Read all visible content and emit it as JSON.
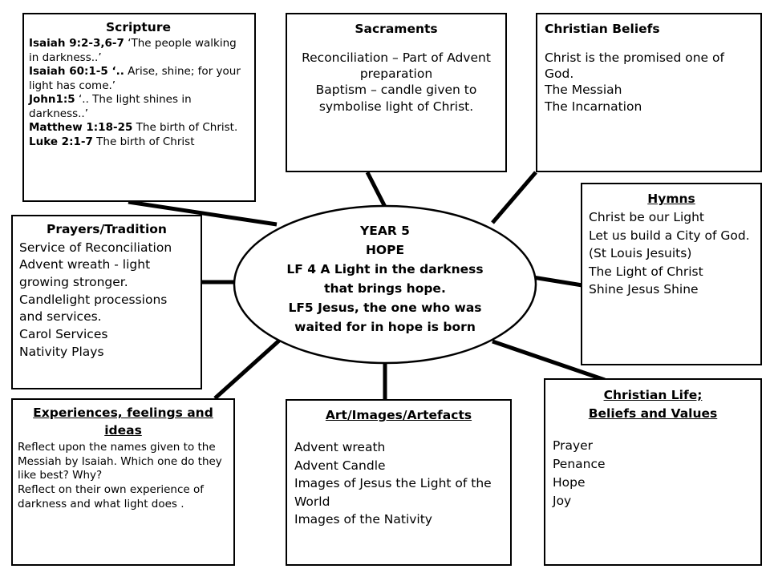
{
  "center": {
    "year": "YEAR 5",
    "theme": "HOPE",
    "lf4": "LF 4  A Light in the darkness that brings hope.",
    "lf5": "LF5 Jesus, the one who was waited for in hope is born"
  },
  "scripture": {
    "title": "Scripture",
    "items": [
      {
        "ref": "Isaiah 9:2-3,6-7",
        "text": "  ‘The people walking in darkness..’"
      },
      {
        "ref": "Isaiah 60:1-5 ‘..",
        "text": " Arise, shine; for your light has come.’"
      },
      {
        "ref": "John1:5",
        "text": " ‘.. The light shines in darkness..’"
      },
      {
        "ref": "Matthew 1:18-25",
        "text": " The birth of Christ."
      },
      {
        "ref": "Luke  2:1-7",
        "text": " The birth of Christ"
      }
    ]
  },
  "sacraments": {
    "title": "Sacraments",
    "lines": [
      "Reconciliation – Part of Advent preparation",
      "Baptism –  candle given to symbolise light of Christ."
    ]
  },
  "beliefs": {
    "title": "Christian Beliefs",
    "lines": [
      "Christ is the promised one of God.",
      "The Messiah",
      "The Incarnation"
    ]
  },
  "prayers": {
    "title": "Prayers/Tradition",
    "lines": [
      "Service of Reconciliation",
      "Advent wreath  - light growing stronger.",
      "Candlelight processions and services.",
      "Carol Services",
      "Nativity Plays"
    ]
  },
  "hymns": {
    "title": "Hymns",
    "lines": [
      "Christ be our Light",
      "Let us build a City of God. (St Louis Jesuits)",
      "The Light of Christ",
      "Shine Jesus Shine"
    ]
  },
  "experiences": {
    "title": "Experiences, feelings and ideas",
    "lines": [
      "Reflect upon the names given to the Messiah by Isaiah. Which one do they like best? Why?",
      "Reflect on their own experience of darkness and what light does ."
    ]
  },
  "art": {
    "title": "Art/Images/Artefacts",
    "lines": [
      "Advent wreath",
      "Advent Candle",
      "Images of Jesus the Light of the World",
      "Images of the Nativity"
    ]
  },
  "life": {
    "title_line1": "Christian Life;",
    "title_line2": "Beliefs and Values",
    "lines": [
      "Prayer",
      "Penance",
      "Hope",
      "Joy"
    ]
  }
}
